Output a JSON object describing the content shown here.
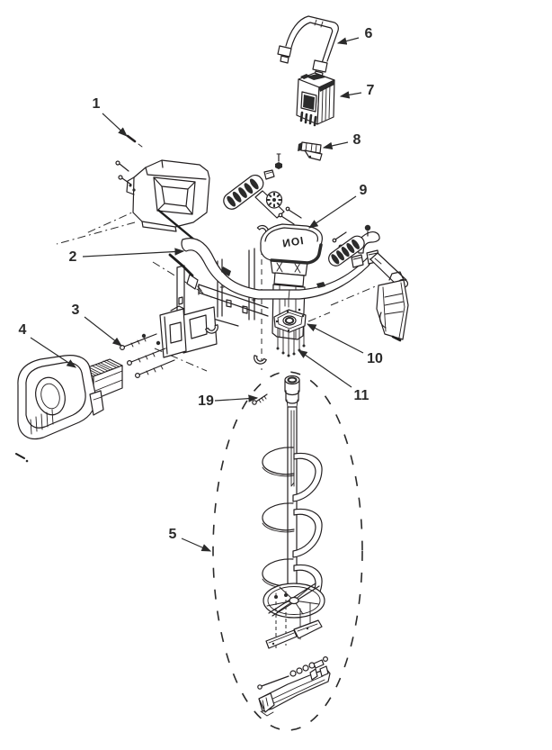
{
  "page": {
    "background": "#ffffff",
    "line_color": "#231f20",
    "accent_dark": "#2b2b2b"
  },
  "diagram": {
    "type": "exploded-parts-diagram",
    "brand_text": "ION",
    "callouts": [
      {
        "label": "1"
      },
      {
        "label": "2"
      },
      {
        "label": "3"
      },
      {
        "label": "4"
      },
      {
        "label": "5"
      },
      {
        "label": "6"
      },
      {
        "label": "7"
      },
      {
        "label": "8"
      },
      {
        "label": "9"
      },
      {
        "label": "10"
      },
      {
        "label": "11"
      },
      {
        "label": "19"
      }
    ]
  }
}
